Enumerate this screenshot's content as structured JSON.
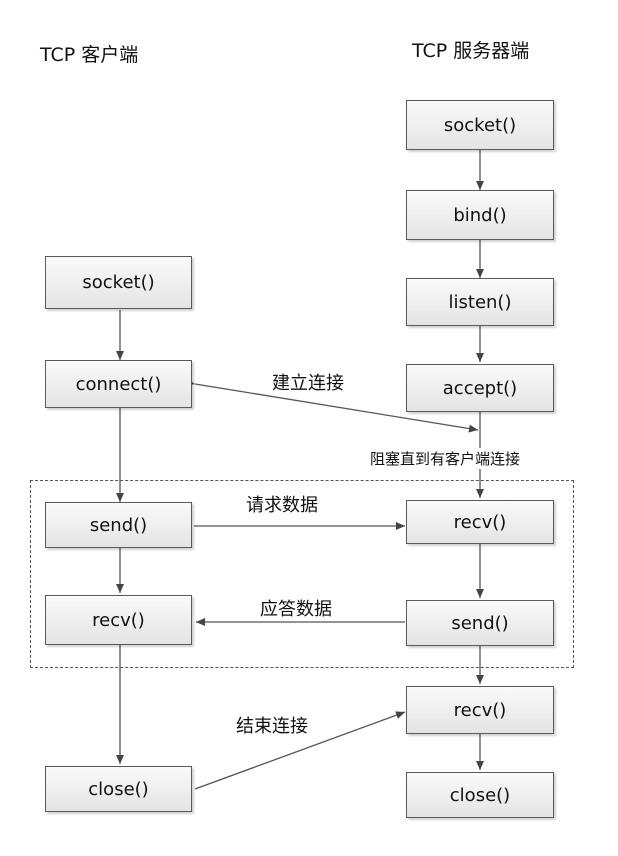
{
  "titles": {
    "client": "TCP 客户端",
    "server": "TCP 服务器端"
  },
  "client": {
    "socket": "socket()",
    "connect": "connect()",
    "send": "send()",
    "recv": "recv()",
    "close": "close()"
  },
  "server": {
    "socket": "socket()",
    "bind": "bind()",
    "listen": "listen()",
    "accept": "accept()",
    "recv1": "recv()",
    "send": "send()",
    "recv2": "recv()",
    "close": "close()"
  },
  "labels": {
    "connect": "建立连接",
    "blocking": "阻塞直到有客户端连接",
    "request": "请求数据",
    "response": "应答数据",
    "close": "结束连接"
  }
}
